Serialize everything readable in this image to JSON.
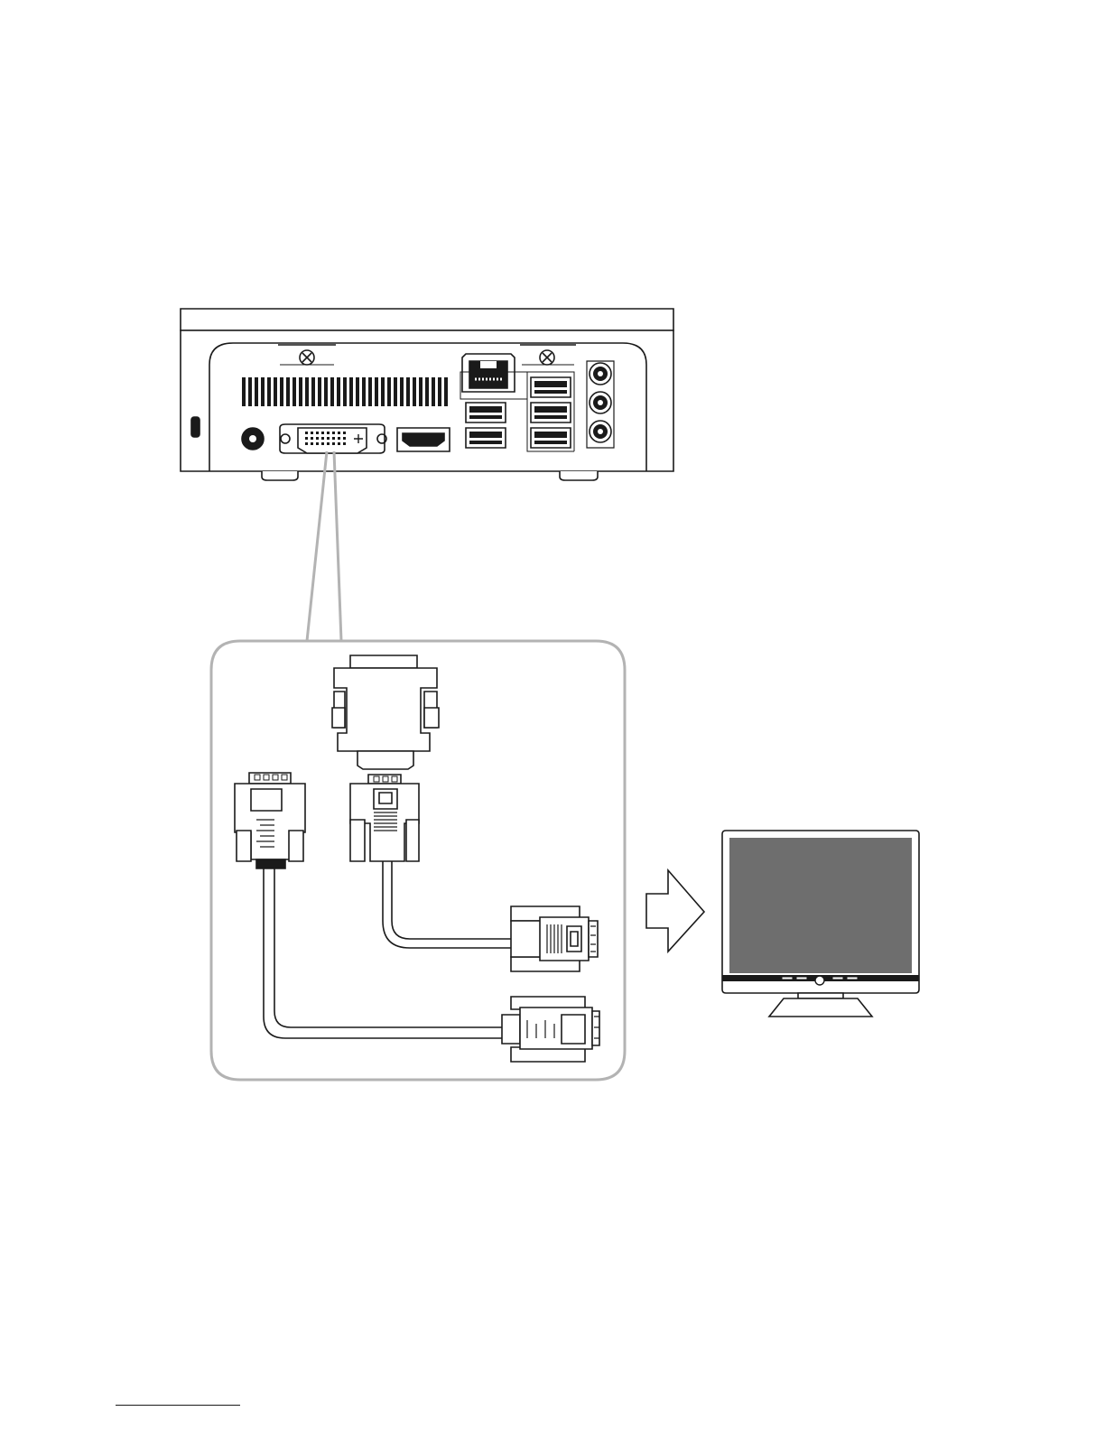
{
  "figure": {
    "kind": "connection-illustration",
    "parts": [
      "mini-pc-rear-panel",
      "dvi-output-port",
      "dvi-to-vga-adapter",
      "dvi-cable",
      "vga-cable",
      "arrow",
      "monitor"
    ],
    "colors": {
      "line": "#1a1a1a",
      "callout": "#b3b3b3",
      "screen": "#6e6e6e",
      "background": "#ffffff"
    }
  }
}
